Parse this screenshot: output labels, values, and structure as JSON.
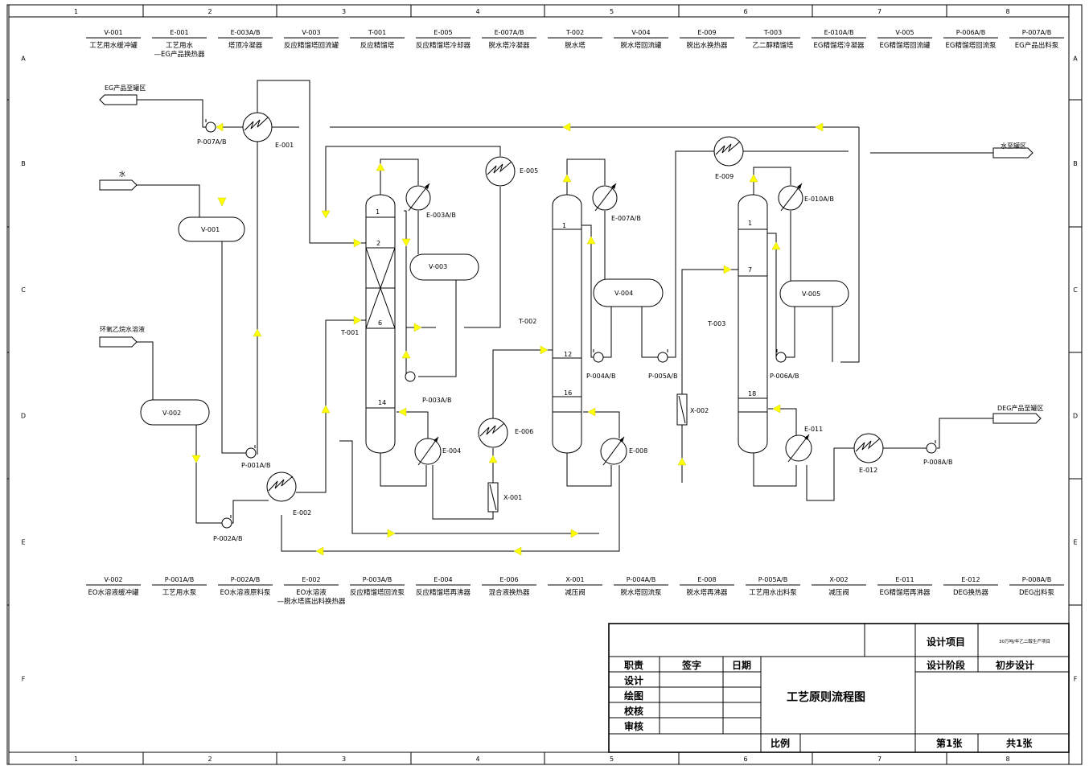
{
  "grid": {
    "cols": [
      "1",
      "2",
      "3",
      "4",
      "5",
      "6",
      "7",
      "8"
    ],
    "rows": [
      "A",
      "B",
      "C",
      "D",
      "E",
      "F"
    ]
  },
  "top_legend": [
    {
      "tag": "V-001",
      "desc": [
        "工艺用水缓冲罐"
      ]
    },
    {
      "tag": "E-001",
      "desc": [
        "工艺用水",
        "—EG产品换热器"
      ]
    },
    {
      "tag": "E-003A/B",
      "desc": [
        "塔顶冷凝器"
      ]
    },
    {
      "tag": "V-003",
      "desc": [
        "反应精馏塔回流罐"
      ]
    },
    {
      "tag": "T-001",
      "desc": [
        "反应精馏塔"
      ]
    },
    {
      "tag": "E-005",
      "desc": [
        "反应精馏塔冷却器"
      ]
    },
    {
      "tag": "E-007A/B",
      "desc": [
        "脱水塔冷凝器"
      ]
    },
    {
      "tag": "T-002",
      "desc": [
        "脱水塔"
      ]
    },
    {
      "tag": "V-004",
      "desc": [
        "脱水塔回流罐"
      ]
    },
    {
      "tag": "E-009",
      "desc": [
        "脱出水换热器"
      ]
    },
    {
      "tag": "T-003",
      "desc": [
        "乙二醇精馏塔"
      ]
    },
    {
      "tag": "E-010A/B",
      "desc": [
        "EG精馏塔冷凝器"
      ]
    },
    {
      "tag": "V-005",
      "desc": [
        "EG精馏塔回流罐"
      ]
    },
    {
      "tag": "P-006A/B",
      "desc": [
        "EG精馏塔回流泵"
      ]
    },
    {
      "tag": "P-007A/B",
      "desc": [
        "EG产品出料泵"
      ]
    }
  ],
  "bottom_legend": [
    {
      "tag": "V-002",
      "desc": [
        "EO水溶液缓冲罐"
      ]
    },
    {
      "tag": "P-001A/B",
      "desc": [
        "工艺用水泵"
      ]
    },
    {
      "tag": "P-002A/B",
      "desc": [
        "EO水溶液原料泵"
      ]
    },
    {
      "tag": "E-002",
      "desc": [
        "EO水溶液",
        "—脱水塔底出料换热器"
      ]
    },
    {
      "tag": "P-003A/B",
      "desc": [
        "反应精馏塔回流泵"
      ]
    },
    {
      "tag": "E-004",
      "desc": [
        "反应精馏塔再沸器"
      ]
    },
    {
      "tag": "E-006",
      "desc": [
        "混合液换热器"
      ]
    },
    {
      "tag": "X-001",
      "desc": [
        "减压阀"
      ]
    },
    {
      "tag": "P-004A/B",
      "desc": [
        "脱水塔回流泵"
      ]
    },
    {
      "tag": "E-008",
      "desc": [
        "脱水塔再沸器"
      ]
    },
    {
      "tag": "P-005A/B",
      "desc": [
        "工艺用水出料泵"
      ]
    },
    {
      "tag": "X-002",
      "desc": [
        "减压阀"
      ]
    },
    {
      "tag": "E-011",
      "desc": [
        "EG精馏塔再沸器"
      ]
    },
    {
      "tag": "E-012",
      "desc": [
        "DEG换热器"
      ]
    },
    {
      "tag": "P-008A/B",
      "desc": [
        "DEG出料泵"
      ]
    }
  ],
  "streams": {
    "eg_product": "EG产品至罐区",
    "water_in": "水",
    "eo_feed": "环氧乙烷水溶液",
    "water_out": "水至罐区",
    "deg_product": "DEG产品至罐区"
  },
  "labels": {
    "V-001": "V-001",
    "V-002": "V-002",
    "V-003": "V-003",
    "V-004": "V-004",
    "V-005": "V-005",
    "T-001": "T-001",
    "T-002": "T-002",
    "T-003": "T-003",
    "E-001": "E-001",
    "E-002": "E-002",
    "E-003": "E-003A/B",
    "E-004": "E-004",
    "E-005": "E-005",
    "E-006": "E-006",
    "E-007": "E-007A/B",
    "E-008": "E-008",
    "E-009": "E-009",
    "E-010": "E-010A/B",
    "E-011": "E-011",
    "E-012": "E-012",
    "P-001": "P-001A/B",
    "P-002": "P-002A/B",
    "P-003": "P-003A/B",
    "P-004": "P-004A/B",
    "P-005": "P-005A/B",
    "P-006": "P-006A/B",
    "P-007": "P-007A/B",
    "P-008": "P-008A/B",
    "X-001": "X-001",
    "X-002": "X-002"
  },
  "trays": {
    "t1": [
      "1",
      "2",
      "6",
      "14"
    ],
    "t2": [
      "1",
      "12",
      "16"
    ],
    "t3": [
      "1",
      "7",
      "18"
    ]
  },
  "title_block": {
    "design_project_label": "设计项目",
    "design_project_value": "30万吨/年乙二醇生产项目",
    "design_stage_label": "设计阶段",
    "design_stage_value": "初步设计",
    "col_role": "职责",
    "col_sign": "签字",
    "col_date": "日期",
    "roles": [
      "设计",
      "绘图",
      "校核",
      "审核"
    ],
    "drawing_title": "工艺原则流程图",
    "scale_label": "比例",
    "sheet": "第1张",
    "total": "共1张"
  }
}
